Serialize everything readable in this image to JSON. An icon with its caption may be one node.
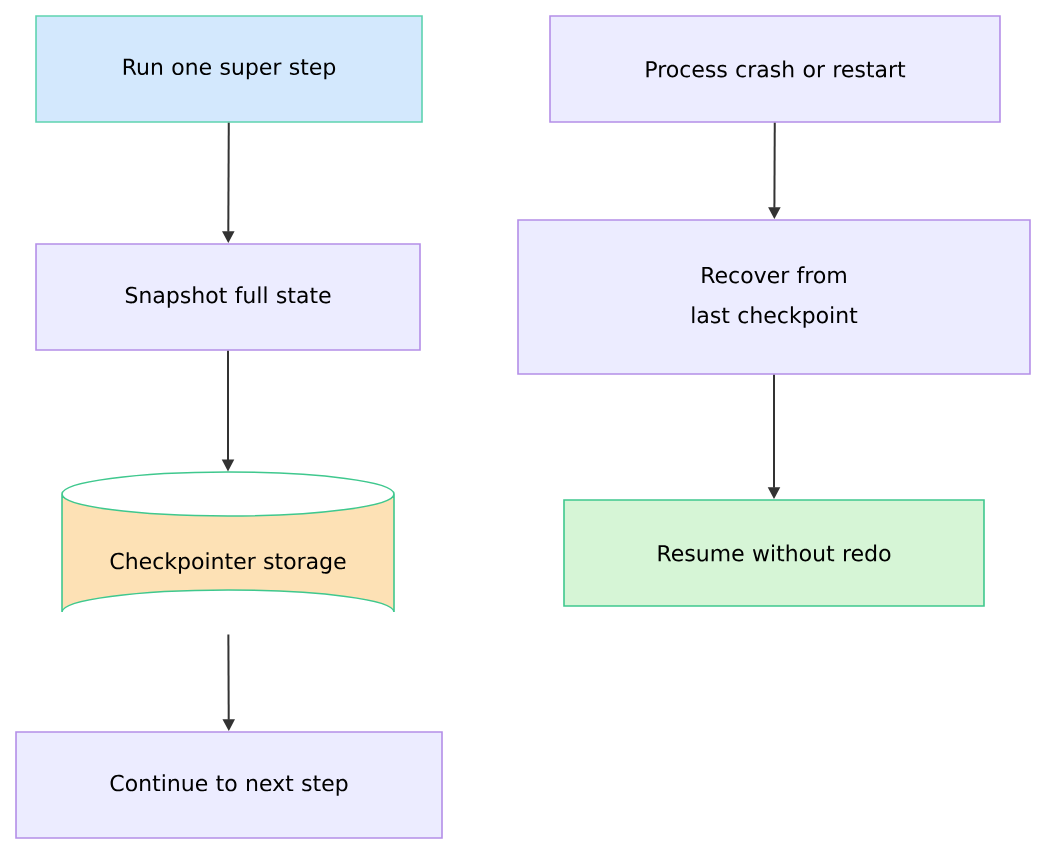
{
  "diagram": {
    "nodes": [
      {
        "text": [
          "Run one super step"
        ]
      },
      {
        "text": [
          "Snapshot full state"
        ]
      },
      {
        "text": [
          "Checkpointer storage"
        ]
      },
      {
        "text": [
          "Continue to next step"
        ]
      },
      {
        "text": [
          "Process crash or restart"
        ]
      },
      {
        "text": [
          "Recover from last checkpoint"
        ]
      },
      {
        "text": [
          "Resume without redo"
        ]
      }
    ],
    "edges": [
      {
        "from": 0,
        "to": 1,
        "arrow": "to"
      },
      {
        "from": 1,
        "to": 2,
        "arrow": "to"
      },
      {
        "from": 2,
        "to": 3,
        "arrow": "to"
      },
      {
        "from": 4,
        "to": 5,
        "arrow": "to"
      },
      {
        "from": 5,
        "to": 6,
        "arrow": "to"
      }
    ]
  }
}
